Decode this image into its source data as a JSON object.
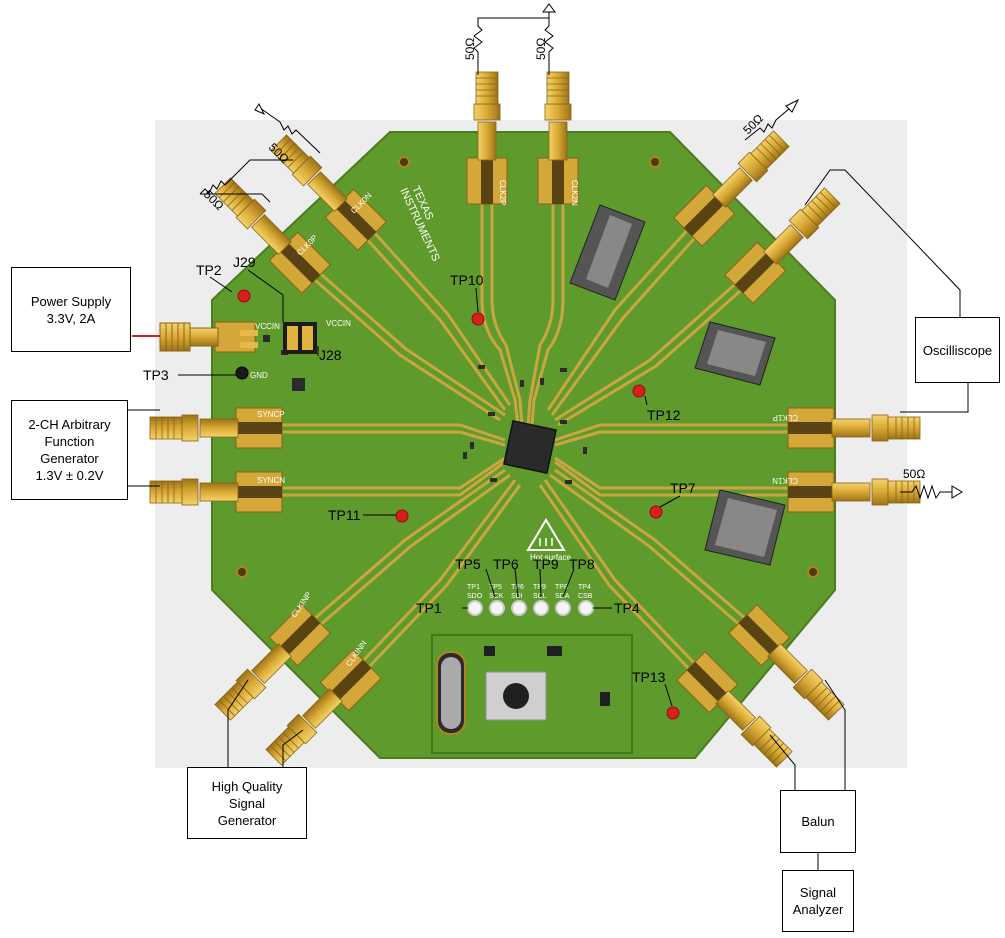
{
  "colors": {
    "board": "#5f9a2c",
    "board_edge": "#4a7d1f",
    "gold": "#e0b53a",
    "gold_dark": "#b08320",
    "trace": "#c9a640",
    "silk": "#ffffff",
    "tp_red": "#d81e1e",
    "background_panel": "#eeeeee",
    "power_line": "#c0282c"
  },
  "external_boxes": {
    "power_supply": "Power Supply\n3.3V, 2A",
    "arb_gen": "2-CH Arbitrary\nFunction\nGenerator\n1.3V ± 0.2V",
    "oscilloscope": "Oscilliscope",
    "hq_gen": "High Quality\nSignal\nGenerator",
    "balun": "Balun",
    "signal_analyzer": "Signal\nAnalyzer"
  },
  "resistor_labels": {
    "top_left_1": "50Ω",
    "top_left_2": "50Ω",
    "upper_left_1": "50Ω",
    "upper_left_2": "50Ω",
    "upper_right": "50Ω",
    "right": "50Ω"
  },
  "test_points": {
    "TP1": "TP1",
    "TP2": "TP2",
    "TP3": "TP3",
    "TP4": "TP4",
    "TP5": "TP5",
    "TP6": "TP6",
    "TP7": "TP7",
    "TP8": "TP8",
    "TP9": "TP9",
    "TP10": "TP10",
    "TP11": "TP11",
    "TP12": "TP12",
    "TP13": "TP13"
  },
  "jumpers": {
    "J28": "J28",
    "J29": "J29"
  },
  "board_silk": {
    "brand_line1": "TEXAS",
    "brand_line2": "INSTRUMENTS",
    "vccin": "VCCIN",
    "gnd": "GND",
    "syncp": "SYNCP",
    "syncn": "SYNCN",
    "clk1p": "CLK1P",
    "clk1n": "CLK1N",
    "clk0p": "CLK0P",
    "clk0n": "CLK0N",
    "clk2p": "CLK2P",
    "clk2n": "CLK2N",
    "clkinp": "CLKINP",
    "clkinn": "CLKINN",
    "hot_surface": "Hot surface",
    "tp_header": [
      "TP1",
      "TP5",
      "TP6",
      "TP9",
      "TP8",
      "TP4"
    ],
    "tp_header_sig": [
      "SDO",
      "SCK",
      "SDI",
      "SCL",
      "SDA",
      "CSB"
    ]
  }
}
